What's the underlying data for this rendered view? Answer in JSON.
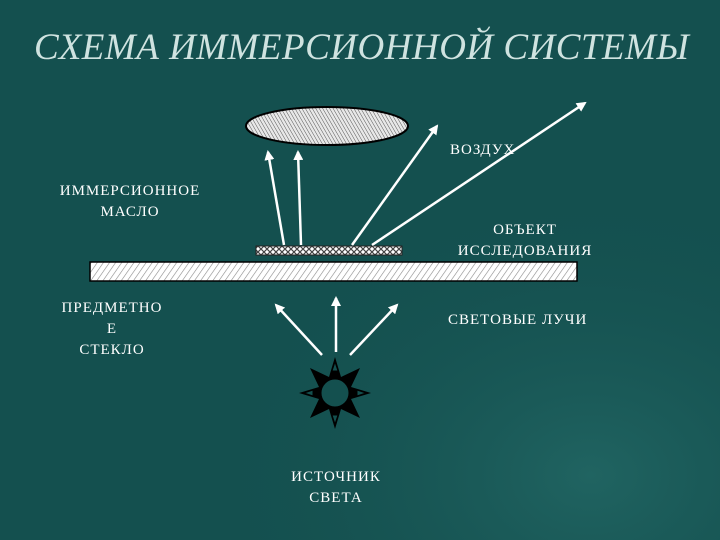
{
  "title": "СХЕМА ИММЕРСИОННОЙ СИСТЕМЫ",
  "labels": {
    "air": "ВОЗДУХ",
    "oil_line1": "ИММЕРСИОННОЕ",
    "oil_line2": "МАСЛО",
    "object_line1": "ОБЪЕКТ",
    "object_line2": "ИССЛЕДОВАНИЯ",
    "slide_line1": "ПРЕДМЕТНО",
    "slide_line2": "Е",
    "slide_line3": "СТЕКЛО",
    "rays": "СВЕТОВЫЕ ЛУЧИ",
    "source_line1": "ИСТОЧНИК",
    "source_line2": "СВЕТА"
  },
  "colors": {
    "background": "#14504f",
    "title": "#cfe3e0",
    "labels": "#ffffff",
    "rays": "#ffffff",
    "source": "#000000"
  },
  "icons": {
    "source": "sun-icon",
    "lens": "lens-icon",
    "slide": "glass-slide-icon",
    "object": "specimen-icon"
  }
}
